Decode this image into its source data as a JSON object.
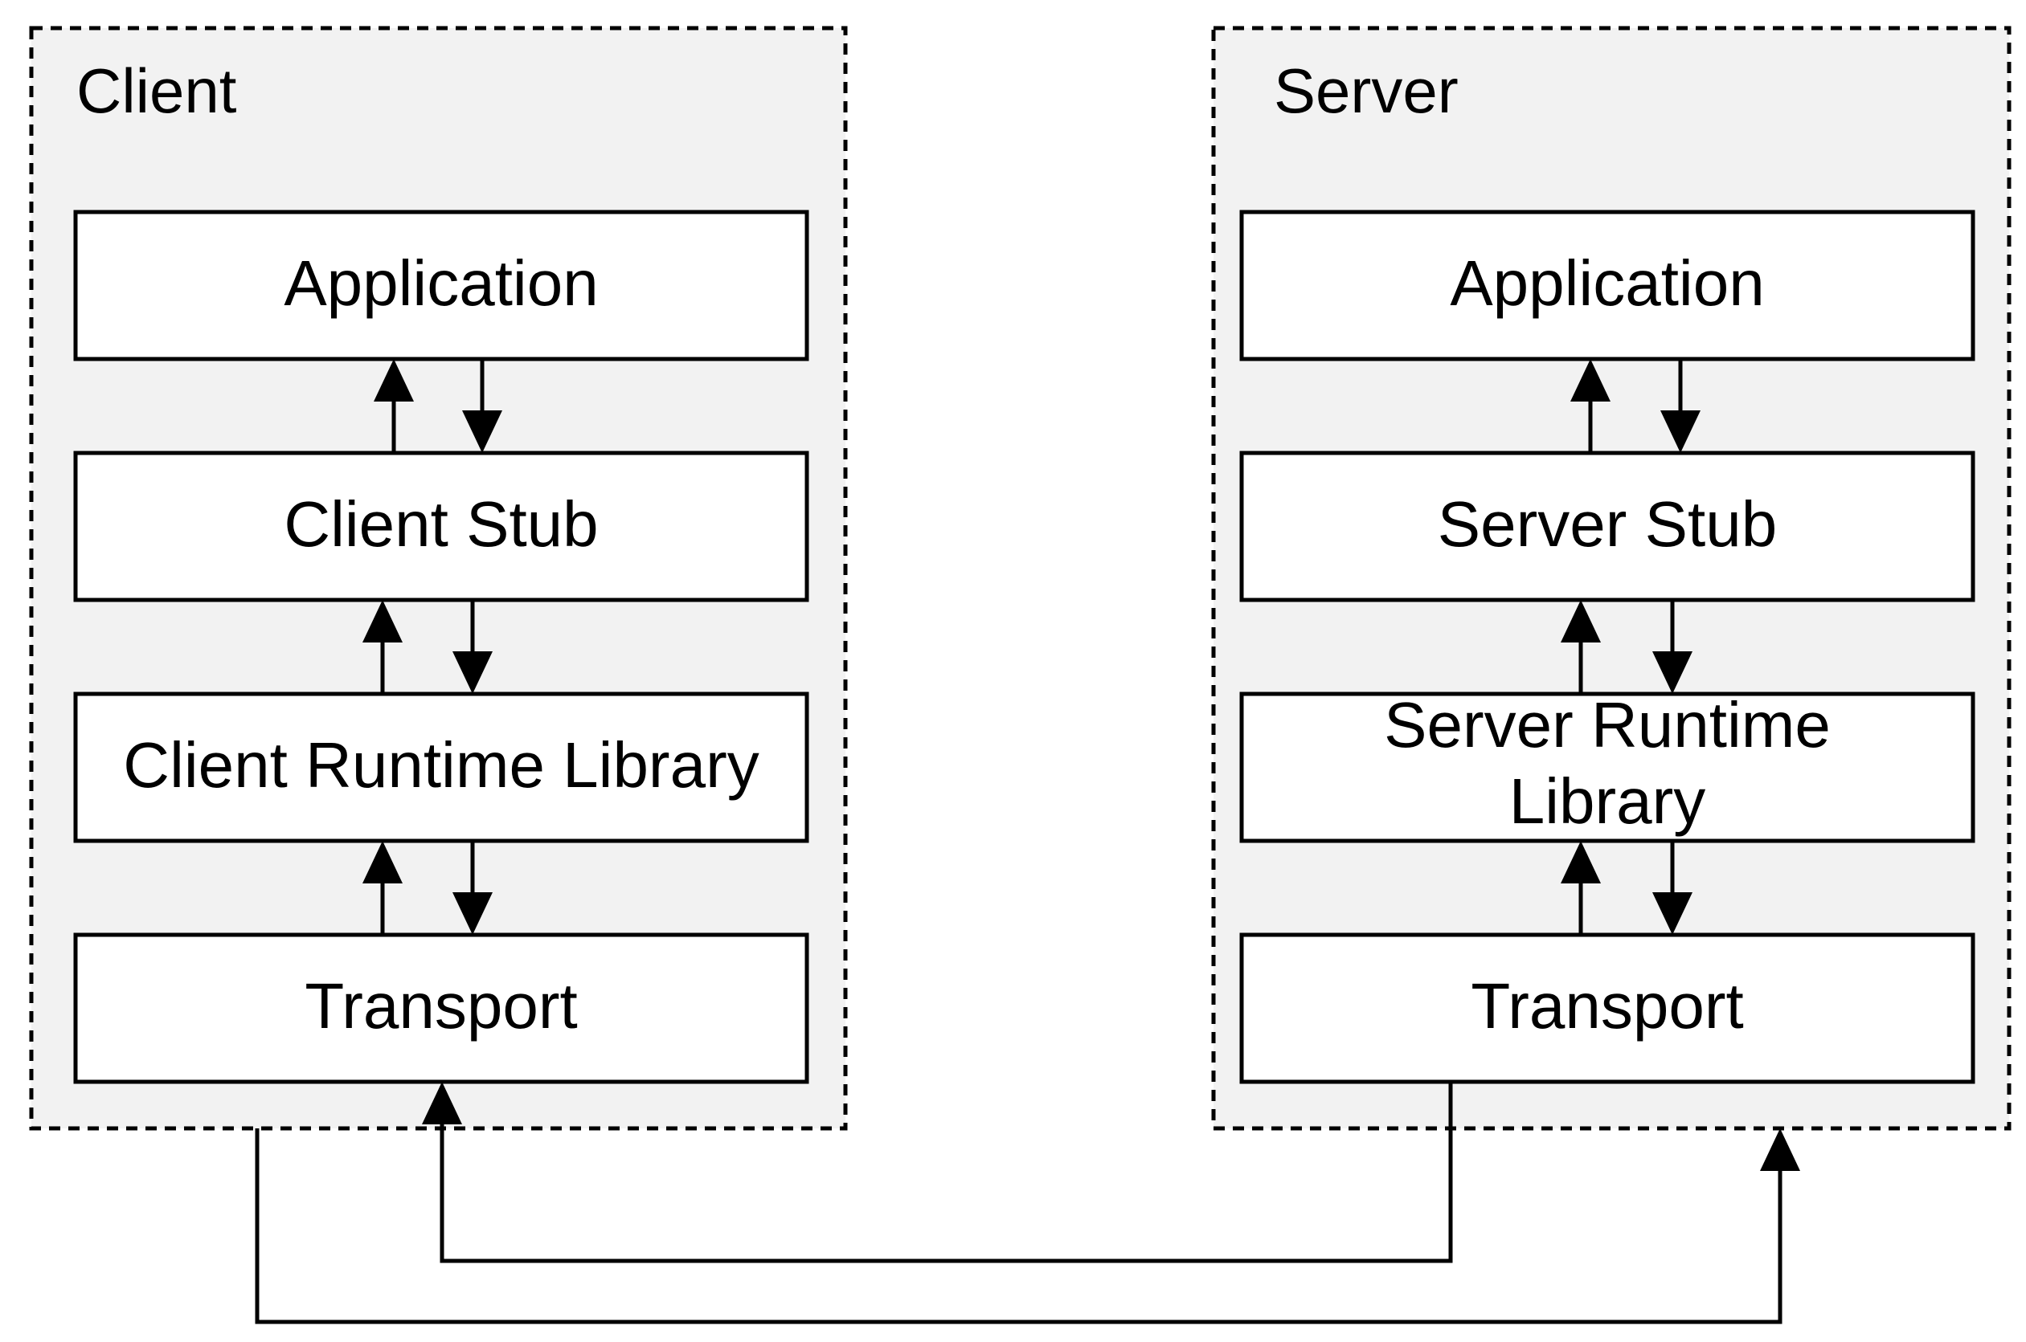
{
  "client": {
    "title": "Client",
    "layers": [
      "Application",
      "Client Stub",
      "Client Runtime Library",
      "Transport"
    ]
  },
  "server": {
    "title": "Server",
    "layers": [
      "Application",
      "Server Stub",
      "Server Runtime",
      "Library",
      "Transport"
    ]
  }
}
